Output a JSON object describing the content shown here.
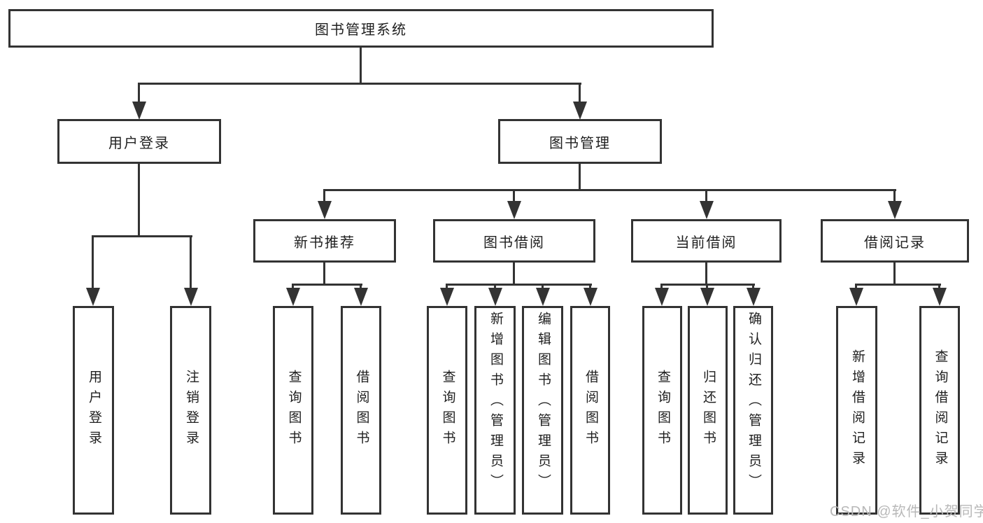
{
  "diagram": {
    "root": {
      "label": "图书管理系统"
    },
    "user_branch": {
      "label": "用户登录",
      "children": [
        {
          "label": "用户登录"
        },
        {
          "label": "注销登录"
        }
      ]
    },
    "book_branch": {
      "label": "图书管理",
      "sections": [
        {
          "label": "新书推荐",
          "children": [
            {
              "label": "查询图书"
            },
            {
              "label": "借阅图书"
            }
          ]
        },
        {
          "label": "图书借阅",
          "children": [
            {
              "label": "查询图书"
            },
            {
              "label": "新增图书（管理员）"
            },
            {
              "label": "编辑图书（管理员）"
            },
            {
              "label": "借阅图书"
            }
          ]
        },
        {
          "label": "当前借阅",
          "children": [
            {
              "label": "查询图书"
            },
            {
              "label": "归还图书"
            },
            {
              "label": "确认归还（管理员）"
            }
          ]
        },
        {
          "label": "借阅记录",
          "children": [
            {
              "label": "新增借阅记录"
            },
            {
              "label": "查询借阅记录"
            }
          ]
        }
      ]
    }
  },
  "watermark": {
    "text": "CSDN @软件_小贺同学"
  },
  "colors": {
    "line": "#333333",
    "node_border": "#333333",
    "text": "#1f1f1f",
    "watermark": "#b8b8b8",
    "background": "#ffffff"
  }
}
